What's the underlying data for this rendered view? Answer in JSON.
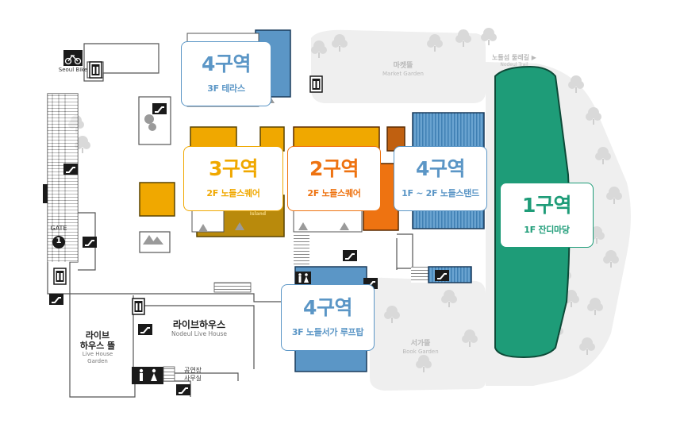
{
  "zones": [
    {
      "id": "zone4-terrace",
      "title": "4구역",
      "subtitle": "3F 테라스",
      "color": "#5b96c6"
    },
    {
      "id": "zone3",
      "title": "3구역",
      "subtitle": "2F 노들스퀘어",
      "color": "#f0a800"
    },
    {
      "id": "zone2",
      "title": "2구역",
      "subtitle": "2F 노들스퀘어",
      "color": "#ee7311"
    },
    {
      "id": "zone4-stand",
      "title": "4구역",
      "subtitle": "1F ~ 2F 노들스탠드",
      "color": "#5b96c6"
    },
    {
      "id": "zone1",
      "title": "1구역",
      "subtitle": "1F 잔디마당",
      "color": "#1e9c78"
    },
    {
      "id": "zone4-rooftop",
      "title": "4구역",
      "subtitle": "3F 노들서가 루프탑",
      "color": "#5b96c6"
    }
  ],
  "labels": {
    "seoul_bike": "Seoul Bike",
    "gate": "GATE",
    "gate_number": "1",
    "market_ko": "마켓뜰",
    "market_en": "Market Garden",
    "trail_ko": "노들섬 둘레길 ▶",
    "trail_en": "Nodeul Trail",
    "island_tag": "Island",
    "livehouse_ko": "라이브하우스",
    "livehouse_en": "Nodeul Live House",
    "livehouse_garden_ko_1": "라이브",
    "livehouse_garden_ko_2": "하우스 뜰",
    "livehouse_garden_en_1": "Live House",
    "livehouse_garden_en_2": "Garden",
    "book_ko": "서가뜰",
    "book_en": "Book Garden",
    "office_1": "공연장",
    "office_2": "사무실"
  },
  "colors": {
    "blue": "#5b96c6",
    "yellow": "#f0a800",
    "orange": "#ee7311",
    "green": "#1e9c78",
    "dark_olive": "#b98a0c",
    "gray_area": "#efefef"
  },
  "icons": [
    "bike-icon",
    "elevator-icon",
    "escalator-icon",
    "stairs-icon",
    "restroom-icon",
    "tree-icon"
  ]
}
